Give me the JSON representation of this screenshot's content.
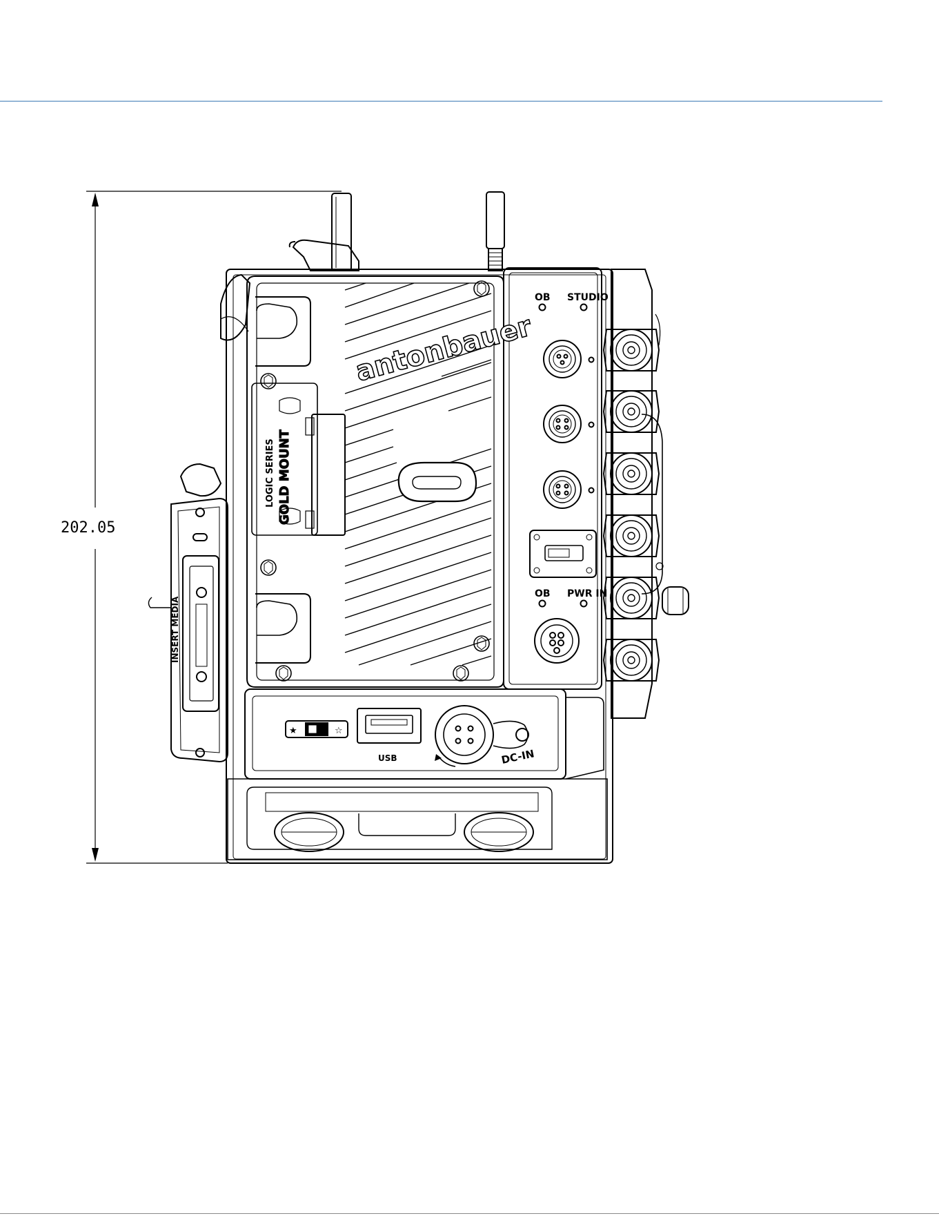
{
  "dimension": {
    "height_value": "202.05"
  },
  "labels": {
    "brand": "antonbauer",
    "mount_series": "LOGIC SERIES",
    "mount_name": "GOLD MOUNT",
    "insert_media": "INSERT MEDIA",
    "ob_top": "OB",
    "studio": "STUDIO",
    "ob_bottom": "OB",
    "pwr_in": "PWR IN",
    "usb": "USB",
    "dc_in": "DC-IN"
  },
  "colors": {
    "header_rule": "#3b79b4",
    "line": "#000000"
  }
}
